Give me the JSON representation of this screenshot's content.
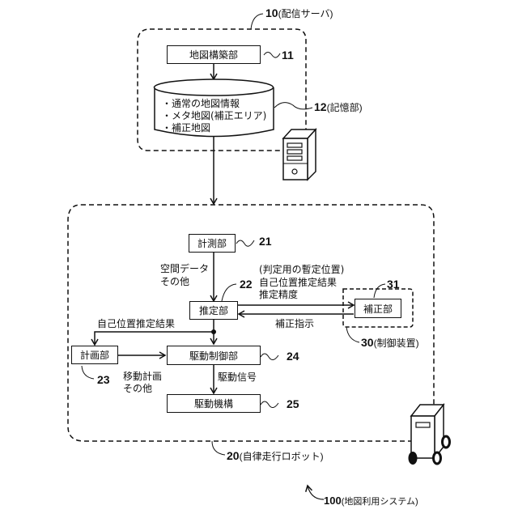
{
  "server": {
    "ref": "10",
    "name": "(配信サーバ)",
    "map_builder": {
      "label": "地図構築部",
      "ref": "11"
    },
    "storage": {
      "ref": "12",
      "name": "(記憶部)",
      "items": [
        "・通常の地図情報",
        "・メタ地図(補正エリア)",
        "・補正地図"
      ]
    }
  },
  "robot": {
    "ref": "20",
    "name": "(自律走行ロボット)",
    "measurement": {
      "label": "計測部",
      "ref": "21"
    },
    "measurement_output": [
      "空間データ",
      "その他"
    ],
    "estimator": {
      "label": "推定部",
      "ref": "22"
    },
    "estimator_output": [
      "(判定用の暫定位置)",
      "自己位置推定結果",
      "推定精度"
    ],
    "planner": {
      "label": "計画部",
      "ref": "23"
    },
    "planner_input": "自己位置推定結果",
    "planner_output": [
      "移動計画",
      "その他"
    ],
    "drive_control": {
      "label": "駆動制御部",
      "ref": "24"
    },
    "drive_signal": "駆動信号",
    "drive_mechanism": {
      "label": "駆動機構",
      "ref": "25"
    }
  },
  "controller": {
    "ref": "30",
    "name": "(制御装置)",
    "corrector": {
      "label": "補正部",
      "ref": "31"
    },
    "correction_instruction": "補正指示"
  },
  "system": {
    "ref": "100",
    "name": "(地図利用システム)"
  }
}
